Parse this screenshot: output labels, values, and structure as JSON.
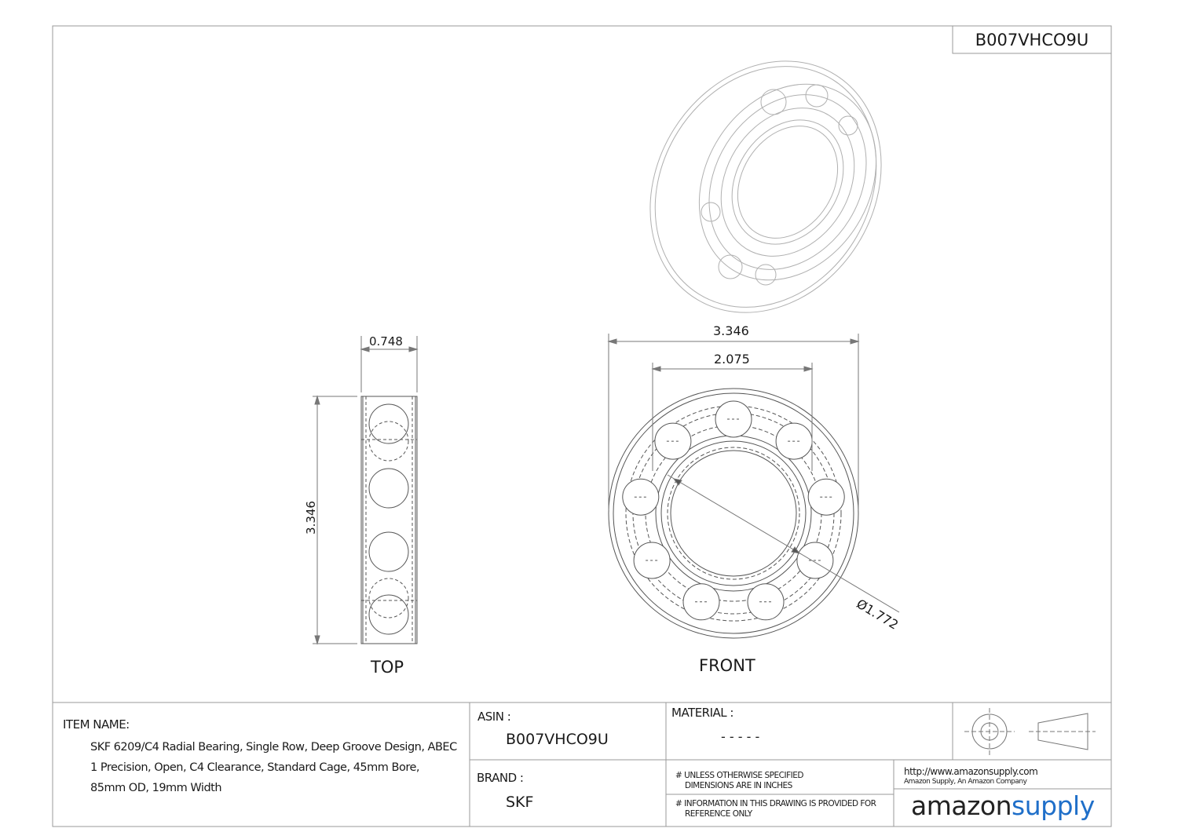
{
  "header": {
    "part_number": "B007VHCO9U"
  },
  "views": {
    "top": {
      "label": "TOP",
      "dim_width": "0.748",
      "dim_height": "3.346"
    },
    "front": {
      "label": "FRONT",
      "dim_outer": "3.346",
      "dim_pitch": "2.075",
      "dim_bore": "Ø1.772"
    }
  },
  "title_block": {
    "item_name_label": "ITEM NAME:",
    "item_name_lines": [
      "SKF 6209/C4 Radial Bearing, Single Row, Deep Groove Design, ABEC",
      "1 Precision, Open, C4 Clearance, Standard Cage, 45mm Bore,",
      "85mm OD, 19mm Width"
    ],
    "asin_label": "ASIN :",
    "asin_value": "B007VHCO9U",
    "brand_label": "BRAND :",
    "brand_value": "SKF",
    "material_label": "MATERIAL :",
    "material_value": "- - - - -",
    "note_1_line_1": "# UNLESS OTHERWISE SPECIFIED",
    "note_1_line_2": "DIMENSIONS ARE IN INCHES",
    "note_2_line_1": "# INFORMATION IN THIS DRAWING IS PROVIDED FOR",
    "note_2_line_2": "REFERENCE ONLY",
    "url": "http://www.amazonsupply.com",
    "company": "Amazon Supply, An Amazon Company",
    "logo_amazon": "amazon",
    "logo_supply": "supply",
    "logo_supply_color": "#1f6fc9"
  }
}
